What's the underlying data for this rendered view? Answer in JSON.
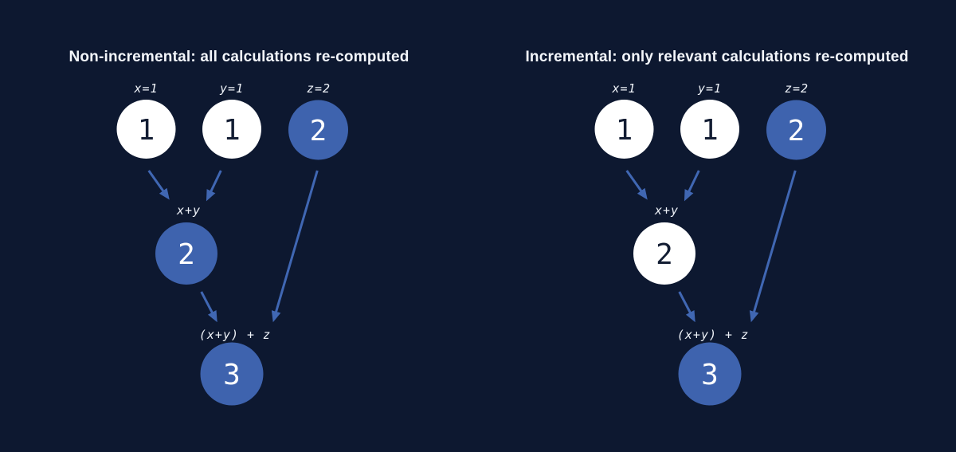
{
  "colors": {
    "background": "#0d1830",
    "node_blue": "#3e63ae",
    "node_white": "#ffffff",
    "arrow": "#4067b3",
    "title_text": "#f3f6fb",
    "label_text": "#eef2f8",
    "value_on_white": "#131d33",
    "value_on_blue": "#ffffff"
  },
  "panels": [
    {
      "title": "Non-incremental: all calculations re-computed",
      "nodes": {
        "x": {
          "label": "x=1",
          "value": "1",
          "fill": "#ffffff",
          "value_color": "#131d33"
        },
        "y": {
          "label": "y=1",
          "value": "1",
          "fill": "#ffffff",
          "value_color": "#131d33"
        },
        "z": {
          "label": "z=2",
          "value": "2",
          "fill": "#3e63ae",
          "value_color": "#ffffff"
        },
        "xy": {
          "label": "x+y",
          "value": "2",
          "fill": "#3e63ae",
          "value_color": "#ffffff"
        },
        "result": {
          "label": "(x+y) + z",
          "value": "3",
          "fill": "#3e63ae",
          "value_color": "#ffffff"
        }
      },
      "edges": [
        "x->xy",
        "y->xy",
        "z->result",
        "xy->result"
      ]
    },
    {
      "title": "Incremental: only relevant calculations re-computed",
      "nodes": {
        "x": {
          "label": "x=1",
          "value": "1",
          "fill": "#ffffff",
          "value_color": "#131d33"
        },
        "y": {
          "label": "y=1",
          "value": "1",
          "fill": "#ffffff",
          "value_color": "#131d33"
        },
        "z": {
          "label": "z=2",
          "value": "2",
          "fill": "#3e63ae",
          "value_color": "#ffffff"
        },
        "xy": {
          "label": "x+y",
          "value": "2",
          "fill": "#ffffff",
          "value_color": "#131d33"
        },
        "result": {
          "label": "(x+y) + z",
          "value": "3",
          "fill": "#3e63ae",
          "value_color": "#ffffff"
        }
      },
      "edges": [
        "x->xy",
        "y->xy",
        "z->result",
        "xy->result"
      ]
    }
  ]
}
